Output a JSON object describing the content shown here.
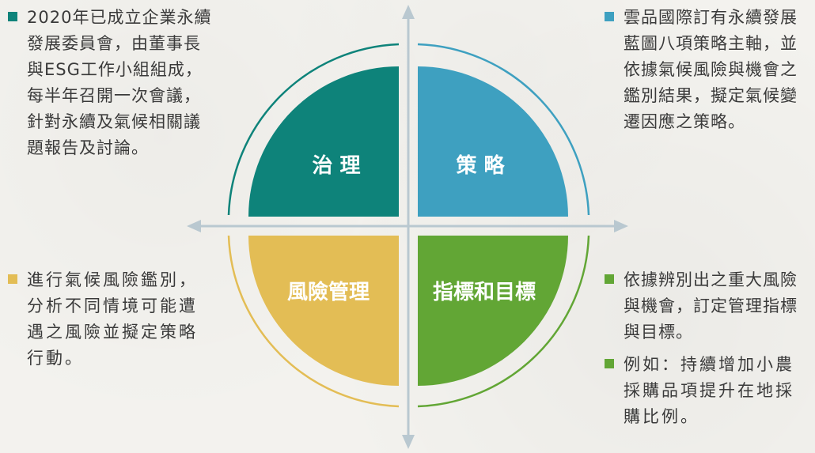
{
  "diagram": {
    "quadrants": {
      "governance": {
        "label": "治 理",
        "color": "#0e837a"
      },
      "strategy": {
        "label": "策 略",
        "color": "#3ea0c0"
      },
      "risk": {
        "label": "風險管理",
        "color": "#e3bd55"
      },
      "metrics": {
        "label": "指標和目標",
        "color": "#62a635"
      }
    },
    "axis_color": "#b9c8d0"
  },
  "governance_text": [
    "2020年已成立企業永續",
    "發展委員會，由董事長",
    "與ESG工作小組組成，",
    "每半年召開一次會議，",
    "針對永續及氣候相關議",
    "題報告及討論。"
  ],
  "strategy_text": [
    "雲品國際訂有永續發展",
    "藍圖八項策略主軸，並",
    "依據氣候風險與機會之",
    "鑑別結果，擬定氣候變",
    "遷因應之策略。"
  ],
  "risk_text": [
    "進行氣候風險鑑別，",
    "分析不同情境可能遭",
    "遇之風險並擬定策略",
    "行動。"
  ],
  "metrics_text": {
    "item1": [
      "依據辨別出之重大風險",
      "與機會，訂定管理指標",
      "與目標。"
    ],
    "item2": [
      "例如：持續增加小農",
      "採購品項提升在地採",
      "購比例。"
    ]
  }
}
